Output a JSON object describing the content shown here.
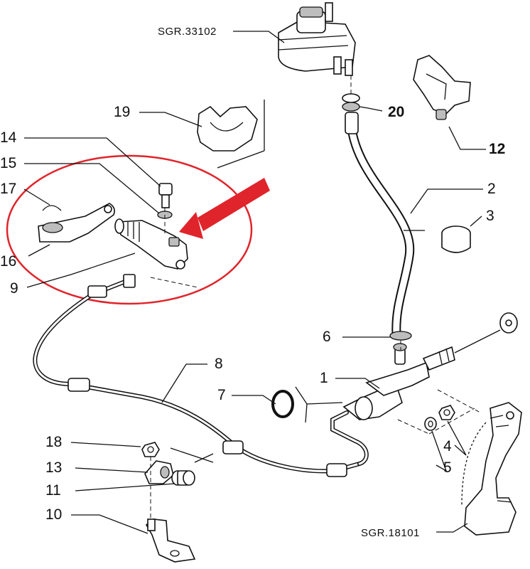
{
  "callouts": {
    "ref_reservoir": "SGR.33102",
    "ref_pedal": "SGR.18101",
    "n1": "1",
    "n2": "2",
    "n3": "3",
    "n4": "4",
    "n5": "5",
    "n6": "6",
    "n7": "7",
    "n8": "8",
    "n9": "9",
    "n10": "10",
    "n11": "11",
    "n12": "12",
    "n13": "13",
    "n14": "14",
    "n15": "15",
    "n16": "16",
    "n17": "17",
    "n18": "18",
    "n19": "19",
    "n20": "20"
  },
  "colors": {
    "highlight": "#e0242b",
    "ink": "#111111",
    "background": "#ffffff"
  }
}
